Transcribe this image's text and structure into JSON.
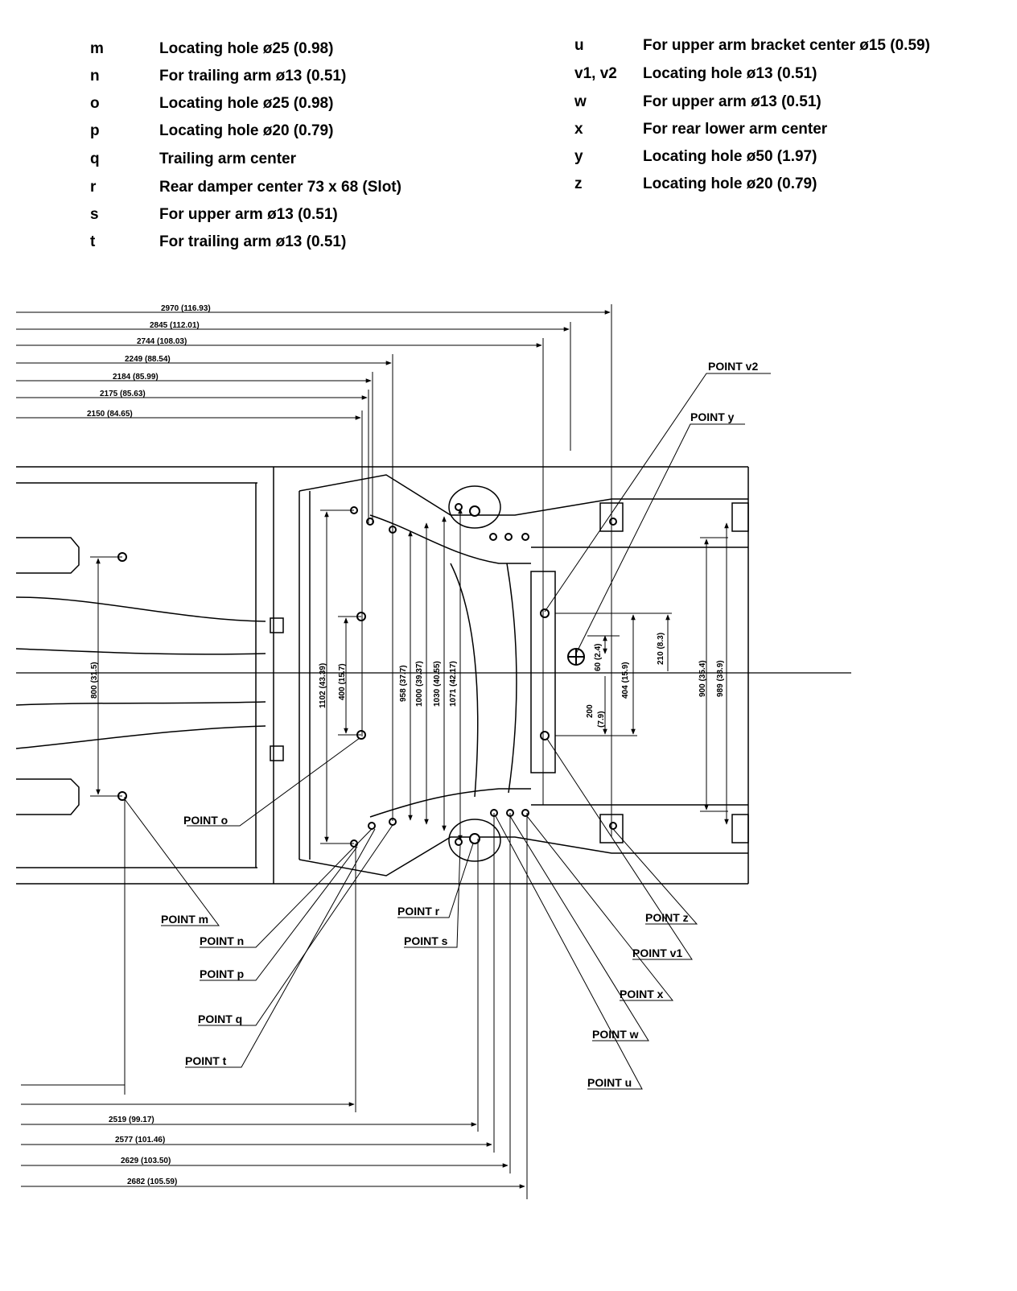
{
  "legend": {
    "left": [
      {
        "key": "m",
        "desc": "Locating hole ø25 (0.98)"
      },
      {
        "key": "n",
        "desc": "For trailing arm ø13 (0.51)"
      },
      {
        "key": "o",
        "desc": "Locating hole ø25 (0.98)"
      },
      {
        "key": "p",
        "desc": "Locating hole ø20 (0.79)"
      },
      {
        "key": "q",
        "desc": "Trailing arm center"
      },
      {
        "key": "r",
        "desc": "Rear damper center 73 x 68 (Slot)"
      },
      {
        "key": "s",
        "desc": "For upper arm ø13 (0.51)"
      },
      {
        "key": "t",
        "desc": "For trailing arm ø13 (0.51)"
      }
    ],
    "right": [
      {
        "key": "u",
        "desc": "For upper arm bracket center ø15 (0.59)"
      },
      {
        "key": "v1, v2",
        "desc": "Locating hole ø13 (0.51)"
      },
      {
        "key": "w",
        "desc": "For upper arm ø13 (0.51)"
      },
      {
        "key": "x",
        "desc": "For rear lower arm center"
      },
      {
        "key": "y",
        "desc": "Locating hole ø50 (1.97)"
      },
      {
        "key": "z",
        "desc": "Locating hole ø20 (0.79)"
      }
    ]
  },
  "dimensions": {
    "top": [
      "2970 (116.93)",
      "2845 (112.01)",
      "2744 (108.03)",
      "2249 (88.54)",
      "2184 (85.99)",
      "2175 (85.63)",
      "2150 (84.65)"
    ],
    "bottom": [
      "2519 (99.17)",
      "2577 (101.46)",
      "2629 (103.50)",
      "2682 (105.59)"
    ],
    "vertical": [
      "800 (31.5)",
      "1102 (43.39)",
      "400 (15.7)",
      "958 (37.7)",
      "1000 (39.37)",
      "1030 (40.55)",
      "1071 (42.17)",
      "60 (2.4)",
      "404 (15.9)",
      "210 (8.3)",
      "900 (35.4)",
      "989 (38.9)"
    ],
    "v200": "200",
    "v200b": "(7.9)"
  },
  "points": {
    "v2": "POINT v2",
    "y": "POINT y",
    "o": "POINT o",
    "m": "POINT m",
    "n": "POINT n",
    "p": "POINT p",
    "q": "POINT q",
    "t": "POINT t",
    "r": "POINT r",
    "s": "POINT s",
    "z": "POINT z",
    "v1": "POINT v1",
    "x": "POINT x",
    "w": "POINT w",
    "u": "POINT u"
  }
}
